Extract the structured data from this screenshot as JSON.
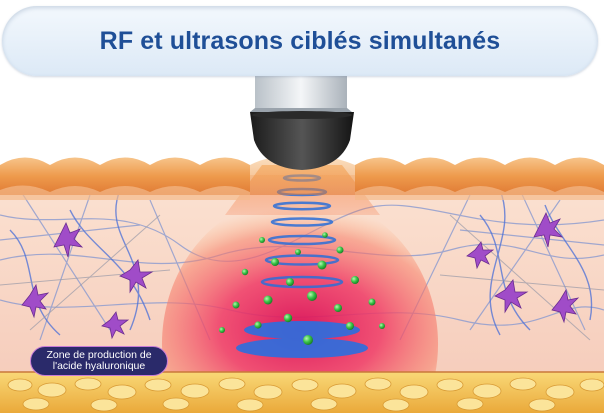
{
  "title": "RF et ultrasons ciblés simultanés",
  "zone_label": {
    "line1": "Zone de production de",
    "line2": "l'acide hyaluronique"
  },
  "colors": {
    "title_text": "#1f4f97",
    "title_bg": "#e6f0fa",
    "label_bg": "#2a2a6a",
    "label_border": "#c77bd8",
    "heat_zone": "#e8205a",
    "skin_surface": "#f0a860",
    "fat_layer": "#f5c34a",
    "particles": "#3cc64a",
    "cells": "#a04cc8"
  },
  "icons": [
    "ultrasound-probe-icon",
    "skin-cross-section-icon"
  ]
}
